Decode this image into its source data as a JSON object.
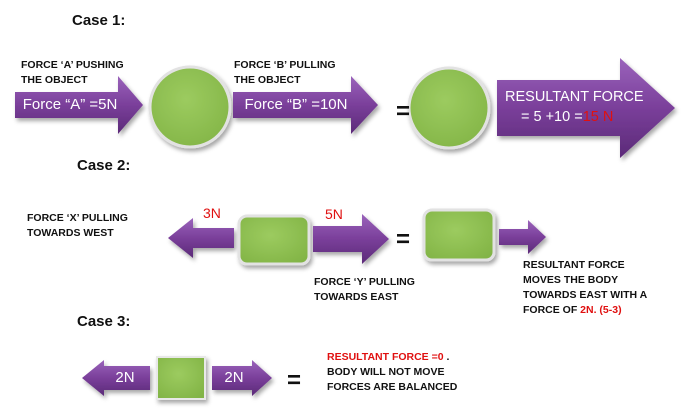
{
  "colors": {
    "arrow": "#7a3f9a",
    "arrow_dark": "#4f2266",
    "green": "#8fbf52",
    "green_border": "#d8d8d8",
    "highlight": "#e01010"
  },
  "case1": {
    "title": "Case 1:",
    "force_a_caption": [
      "FORCE ‘A’ PUSHING",
      "THE OBJECT"
    ],
    "force_a_label": "Force “A” =5N",
    "force_b_caption": [
      "FORCE ‘B’ PULLING",
      "THE OBJECT"
    ],
    "force_b_label": "Force “B” =10N",
    "equals": "=",
    "resultant_title": "RESULTANT FORCE",
    "resultant_expr": "= 5 +10 =",
    "resultant_value": "15 N"
  },
  "case2": {
    "title": "Case 2:",
    "force_x_caption": [
      "FORCE ‘X’ PULLING",
      "TOWARDS WEST"
    ],
    "force_x_value": "3N",
    "force_y_value": "5N",
    "force_y_caption": [
      "FORCE ‘Y’ PULLING",
      "TOWARDS EAST"
    ],
    "equals": "=",
    "resultant_caption_lines": [
      "RESULTANT FORCE",
      "MOVES THE BODY",
      "TOWARDS EAST WITH A"
    ],
    "resultant_caption_prefix": "FORCE OF ",
    "resultant_caption_value": "2N. (5-3)"
  },
  "case3": {
    "title": "Case 3:",
    "left_label": "2N",
    "right_label": "2N",
    "equals": "=",
    "result_line1_prefix": "RESULTANT FORCE =0",
    "result_line1_suffix": " .",
    "result_line2": "BODY WILL NOT MOVE",
    "result_line3": "FORCES ARE BALANCED"
  }
}
